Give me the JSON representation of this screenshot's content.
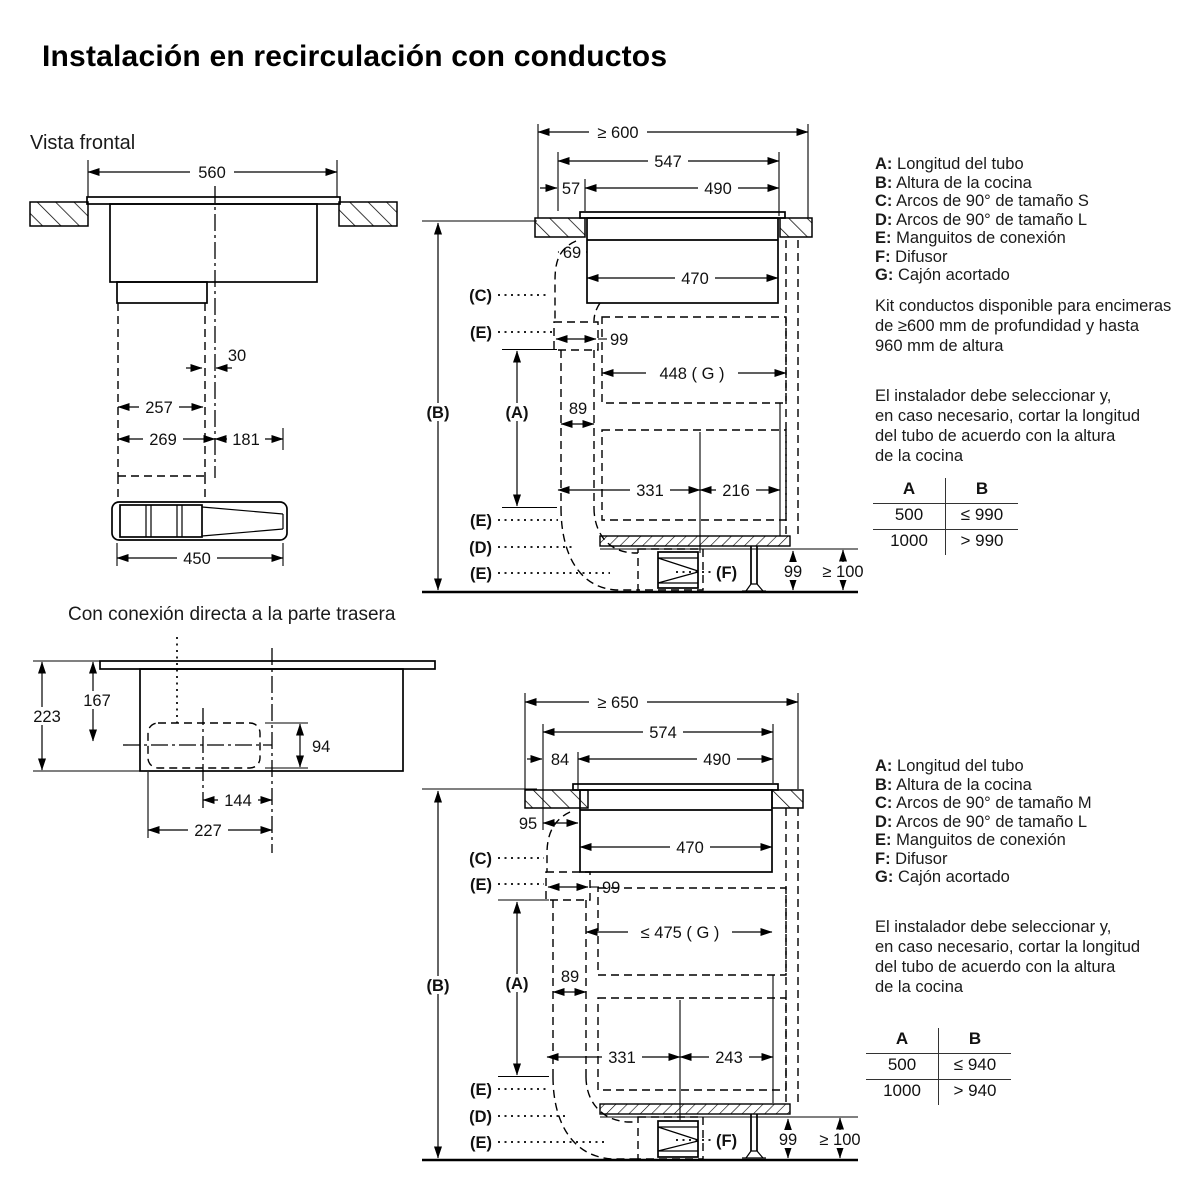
{
  "title": "Instalación en recirculación con conductos",
  "front_view": {
    "label": "Vista frontal",
    "dims": {
      "d560": "560",
      "d30": "30",
      "d257": "257",
      "d269": "269",
      "d181": "181",
      "d450": "450"
    }
  },
  "side_top": {
    "dims": {
      "d600": "≥ 600",
      "d547": "547",
      "d57": "57",
      "d490": "490",
      "d69": "69",
      "d470": "470",
      "d99": "99",
      "d89": "89",
      "dG": "448 ( G )",
      "d331": "331",
      "d216": "216",
      "d99b": "99",
      "d100": "≥ 100"
    },
    "labels": {
      "A": "(A)",
      "B": "(B)",
      "C": "(C)",
      "D": "(D)",
      "E": "(E)",
      "F": "(F)"
    }
  },
  "legend_top": {
    "items": [
      {
        "key": "A:",
        "text": "Longitud del tubo"
      },
      {
        "key": "B:",
        "text": "Altura de la cocina"
      },
      {
        "key": "C:",
        "text": "Arcos de 90° de tamaño S"
      },
      {
        "key": "D:",
        "text": "Arcos de 90° de tamaño L"
      },
      {
        "key": "E:",
        "text": "Manguitos de conexión"
      },
      {
        "key": "F:",
        "text": "Difusor"
      },
      {
        "key": "G:",
        "text": "Cajón acortado"
      }
    ],
    "note1": [
      "Kit conductos disponible para encimeras",
      "de ≥600 mm de profundidad y hasta",
      "960 mm de altura"
    ],
    "note2": [
      "El instalador debe seleccionar y,",
      "en caso necesario, cortar la longitud",
      "del tubo de acuerdo con la altura",
      "de la cocina"
    ]
  },
  "table_top": {
    "headers": [
      "A",
      "B"
    ],
    "rows": [
      [
        "500",
        "≤ 990"
      ],
      [
        "1000",
        "> 990"
      ]
    ]
  },
  "rear_view": {
    "label": "Con conexión directa a la parte trasera",
    "dims": {
      "d223": "223",
      "d167": "167",
      "d94": "94",
      "d144": "144",
      "d227": "227"
    }
  },
  "side_bottom": {
    "dims": {
      "d650": "≥ 650",
      "d574": "574",
      "d84": "84",
      "d490": "490",
      "d95": "95",
      "d470": "470",
      "d99": "99",
      "d89": "89",
      "dG": "≤ 475 ( G )",
      "d331": "331",
      "d243": "243",
      "d99b": "99",
      "d100": "≥ 100"
    },
    "labels": {
      "A": "(A)",
      "B": "(B)",
      "C": "(C)",
      "D": "(D)",
      "E": "(E)",
      "F": "(F)"
    }
  },
  "legend_bottom": {
    "items": [
      {
        "key": "A:",
        "text": "Longitud del tubo"
      },
      {
        "key": "B:",
        "text": "Altura de la cocina"
      },
      {
        "key": "C:",
        "text": "Arcos de 90° de tamaño M"
      },
      {
        "key": "D:",
        "text": "Arcos de 90° de tamaño L"
      },
      {
        "key": "E:",
        "text": "Manguitos de conexión"
      },
      {
        "key": "F:",
        "text": "Difusor"
      },
      {
        "key": "G:",
        "text": "Cajón acortado"
      }
    ],
    "note": [
      "El instalador debe seleccionar y,",
      "en caso necesario, cortar la longitud",
      "del tubo de acuerdo con la altura",
      "de la cocina"
    ]
  },
  "table_bottom": {
    "headers": [
      "A",
      "B"
    ],
    "rows": [
      [
        "500",
        "≤ 940"
      ],
      [
        "1000",
        "> 940"
      ]
    ]
  }
}
